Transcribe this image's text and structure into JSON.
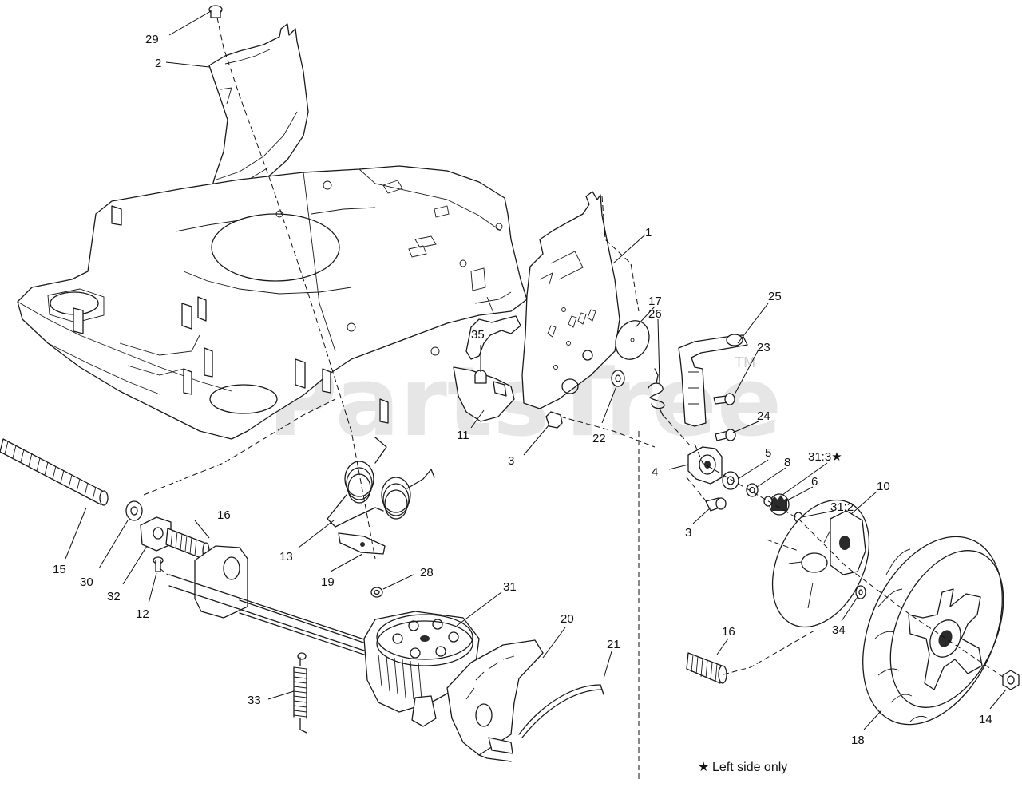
{
  "watermark": {
    "text": "PartsTree",
    "trademark": "TM"
  },
  "footnote": {
    "symbol": "★",
    "text": "Left side only"
  },
  "callouts": {
    "c29": "29",
    "c2": "2",
    "c1": "1",
    "c17": "17",
    "c26": "26",
    "c25": "25",
    "c35": "35",
    "c23": "23",
    "c24": "24",
    "c11": "11",
    "c22": "22",
    "c3a": "3",
    "c4": "4",
    "c5": "5",
    "c8": "8",
    "c31_3": "31:3★",
    "c6": "6",
    "c31_2": "31:2",
    "c10": "10",
    "c3b": "3",
    "c15": "15",
    "c16a": "16",
    "c13": "13",
    "c30": "30",
    "c32": "32",
    "c12": "12",
    "c19": "19",
    "c28": "28",
    "c31": "31",
    "c20": "20",
    "c21": "21",
    "c33": "33",
    "c34": "34",
    "c16b": "16",
    "c14": "14",
    "c18": "18"
  },
  "colors": {
    "line": "#1a1a1a",
    "watermark": "#d2d2d2",
    "background": "#ffffff"
  }
}
